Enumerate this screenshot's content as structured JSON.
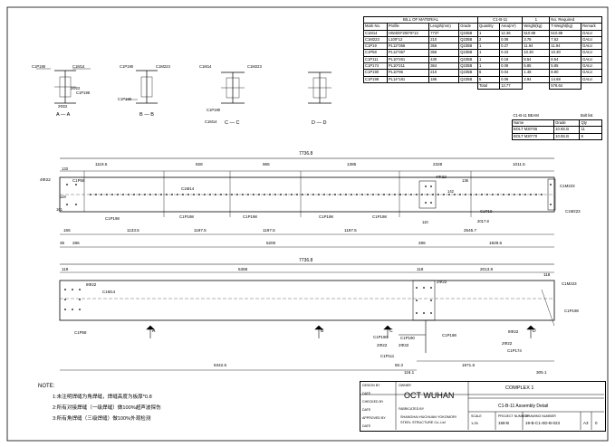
{
  "bom": {
    "title": "BILL OF MATERIAL",
    "member": "C1-B-11",
    "qty_required": "1",
    "qty_required_label": "No. Required",
    "headers": [
      "Mark No.",
      "Profile",
      "Length(mm)",
      "Grade",
      "Quantity",
      "Area(m²)",
      "Weight(kg)",
      "T-Weight(kg)",
      "Remark"
    ],
    "rows": [
      [
        "C1M14",
        "HW400*200*8*13",
        "7737",
        "Q345B",
        "1",
        "12.36",
        "510.89",
        "510.89",
        "GALV."
      ],
      [
        "C1M223",
        "L100*12",
        "210",
        "Q235B",
        "2",
        "0.08",
        "3.78",
        "7.62",
        "GALV."
      ],
      [
        "C1P19",
        "PL12*356",
        "356",
        "Q235B",
        "1",
        "0.27",
        "11.94",
        "11.94",
        "GALV."
      ],
      [
        "C1P58",
        "PL12*367",
        "356",
        "Q235B",
        "1",
        "0.23",
        "10.30",
        "10.30",
        "GALV."
      ],
      [
        "C1P111",
        "PL10*261",
        "430",
        "Q235B",
        "1",
        "0.18",
        "8.54",
        "8.54",
        "GALV."
      ],
      [
        "C1P174",
        "PL10*211",
        "364",
        "Q235B",
        "1",
        "0.09",
        "5.85",
        "5.85",
        "GALV."
      ],
      [
        "C1P190",
        "PL10*96",
        "210",
        "Q235B",
        "6",
        "0.04",
        "1.48",
        "8.90",
        "GALV."
      ],
      [
        "C1P198",
        "PL14*181",
        "186",
        "Q235B",
        "5",
        "0.06",
        "2.94",
        "14.68",
        "GALV."
      ]
    ],
    "total_label": "Total",
    "total_area": "13.77",
    "total_weight": "578.64"
  },
  "bolt": {
    "member_label": "C1-B-11 BEAM",
    "list_label": "Bolt list",
    "headers": [
      "Name",
      "Grade",
      "Qty"
    ],
    "rows": [
      [
        "BOLT M20*55",
        "10.9S.B",
        "11"
      ],
      [
        "BOLT M20*70",
        "10.9S.B",
        "8"
      ]
    ]
  },
  "sections": {
    "aa": "A — A",
    "bb": "B — B",
    "cc": "C — C",
    "dd": "D — D",
    "labels": [
      "C1P190",
      "C1M14",
      "C1P198",
      "3Φ22",
      "2Φ22",
      "C1P190",
      "C1M223",
      "C1P190",
      "C1M14",
      "C1M223",
      "C1P190",
      "C1M14"
    ]
  },
  "elev1": {
    "overall": "7736.8",
    "top_dims": [
      "1119.5",
      "928",
      "965",
      "1385",
      "2328",
      "1011.5"
    ],
    "bot_dims1": [
      "165",
      "1133.5",
      "1197.5",
      "1197.5",
      "1197.5",
      "2545.7"
    ],
    "bot_dims2": [
      "35",
      "286",
      "5200",
      "286",
      "1929.6"
    ],
    "marks": [
      "C1P58",
      "C1M14",
      "C1P198",
      "C1P198",
      "C1P198",
      "C1P198",
      "C1P198",
      "C1P19",
      "C1M223",
      "C1M223"
    ],
    "holes": [
      "4Φ22",
      "4Φ22"
    ],
    "misc": [
      "133",
      "2017.8",
      "119",
      "110",
      "136",
      "142",
      "161"
    ]
  },
  "elev2": {
    "overall": "7736.8",
    "top_dims": [
      "5368",
      "2013.8",
      "119",
      "119",
      "118"
    ],
    "bot_dims": [
      "5342.6",
      "1871.6",
      "305.1",
      "50.3",
      "116.1"
    ],
    "marks": [
      "C1M14",
      "C1P58",
      "C1P190",
      "C1P190",
      "C1P111",
      "C1P174",
      "C1P198",
      "C1M223",
      "C1P198"
    ],
    "holes": [
      "8Φ22",
      "2Φ22",
      "2Φ22",
      "2Φ22",
      "2Φ22",
      "8Φ22"
    ],
    "cuts": [
      "A",
      "B",
      "C",
      "D"
    ]
  },
  "notes": {
    "title": "NOTE:",
    "lines": [
      "1:未注明焊缝为角焊缝，焊缝高度为板厚*0.8",
      "2:所有对接焊缝（一级焊缝）做100%超声波探伤",
      "3:所有角焊缝（三级焊缝）做100%外观检测"
    ]
  },
  "titleblock": {
    "company": "OCT WUHAN",
    "project": "COMPLEX 1",
    "drawing_title": "C1-B-11 Assembly Detail",
    "fabricator_line1": "SHANGHAI HUCHUAN YOKOMORI",
    "fabricator_line2": "STEEL STRUCTURE Co.,Ltd",
    "project_number_label": "PROJECT NUMBER",
    "project_number": "158-B",
    "drawing_number_label": "DRAWING NUMBER",
    "drawing_number": "19-B-C1-SD-B-023",
    "scale_label": "SCALE",
    "scale": "1:25",
    "sheet": "A3",
    "rev": "0",
    "sign_rows": [
      "DESIGN BY",
      "DATE",
      "CHECKED BY",
      "DATE",
      "APPROVED BY",
      "DATE"
    ],
    "owner_label": "OWNER",
    "fab_label": "FABRICATED BY"
  }
}
